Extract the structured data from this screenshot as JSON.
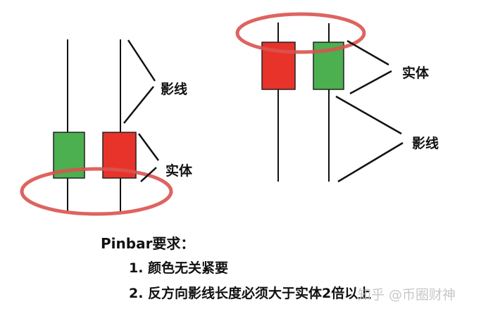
{
  "left_diagram": {
    "shadow_label": "影线",
    "body_label": "实体"
  },
  "right_diagram": {
    "body_label": "实体",
    "shadow_label": "影线"
  },
  "requirements": {
    "title": "Pinbar要求：",
    "items": [
      "1. 颜色无关紧要",
      "2. 反方向影线长度必须大于实体2倍以上"
    ]
  },
  "watermark": "知乎 @币圈财神",
  "colors": {
    "red": "#e8332a",
    "green": "#4caf50",
    "circle": "#d9534f"
  }
}
